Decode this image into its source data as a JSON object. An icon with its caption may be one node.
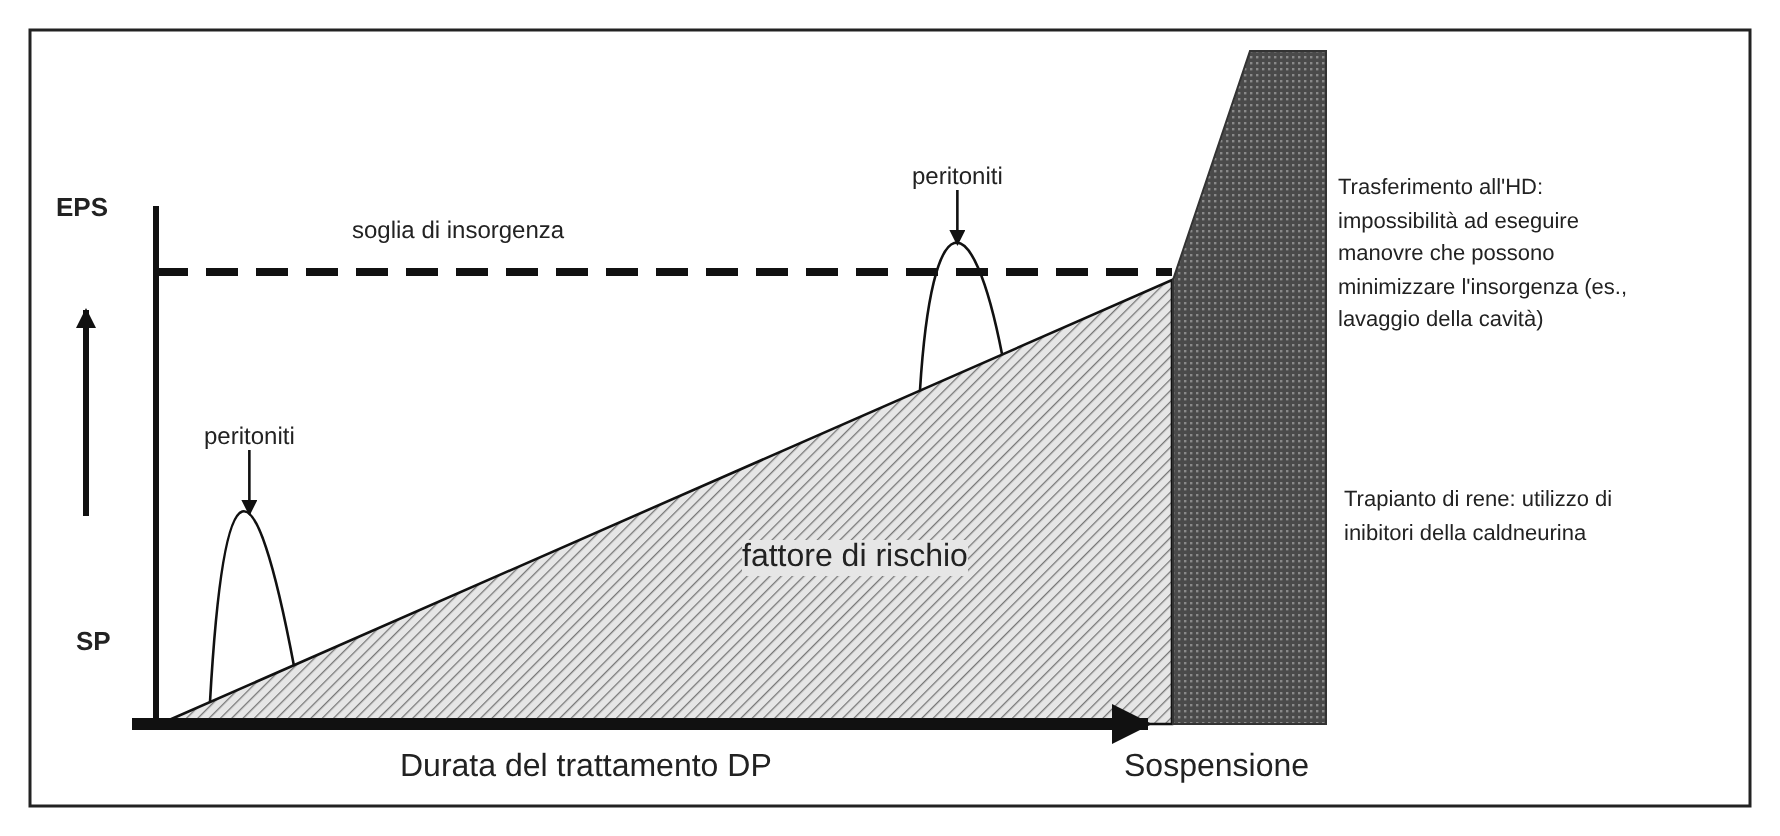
{
  "diagram": {
    "nodes": [
      {
        "text": [
          "peritoniti"
        ]
      },
      {
        "text": [],
        "shape": "peak"
      },
      {
        "text": [
          "peritoniti"
        ]
      },
      {
        "text": [],
        "shape": "peak"
      },
      {
        "text": [
          "fattore di rischio"
        ]
      },
      {
        "text": [],
        "shape": "block"
      }
    ],
    "edges": [
      {
        "from": 0,
        "to": 1,
        "arrow": "to"
      },
      {
        "from": 2,
        "to": 3,
        "arrow": "to"
      }
    ],
    "labels": [
      "EPS",
      "soglia di insorgenza",
      "Trasferimento all'HD: impossibilità ad eseguire manovre che possono minimizzare l'insorgenza (es., lavaggio della cavità)",
      "SP",
      "Trapianto di rene: utilizzo di inibitori della caldneurina",
      "Durata del trattamento DP",
      "Sospensione"
    ]
  }
}
